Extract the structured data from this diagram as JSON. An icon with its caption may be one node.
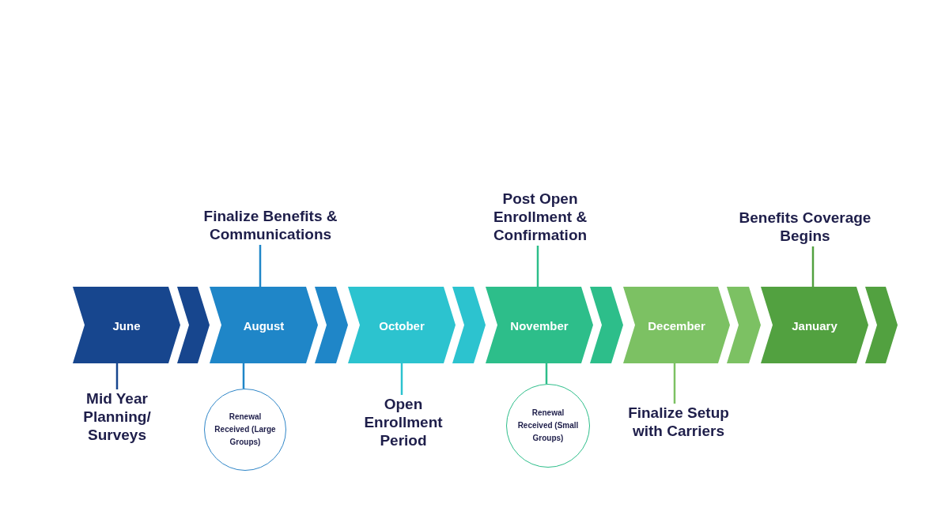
{
  "diagram": {
    "nodes": [
      {
        "text": [
          "June"
        ]
      },
      {
        "text": [
          "August"
        ]
      },
      {
        "text": [
          "October"
        ]
      },
      {
        "text": [
          "November"
        ]
      },
      {
        "text": [
          "December"
        ]
      },
      {
        "text": [
          "January"
        ]
      },
      {
        "text": [
          "Finalize Benefits & Communications"
        ]
      },
      {
        "text": [
          "Post Open Enrollment & Confirmation"
        ]
      },
      {
        "text": [
          "Benefits Coverage Begins"
        ]
      },
      {
        "text": [
          "Mid Year Planning/ Surveys"
        ]
      },
      {
        "text": [
          "Renewal Received (Large Groups)"
        ]
      },
      {
        "text": [
          "Open Enrollment Period"
        ]
      },
      {
        "text": [
          "Renewal Received (Small Groups)"
        ]
      },
      {
        "text": [
          "Finalize Setup with Carriers"
        ]
      }
    ],
    "edges": [
      {
        "from": 6,
        "to": 1,
        "arrow": "none",
        "color": "#1f86c8"
      },
      {
        "from": 7,
        "to": 3,
        "arrow": "none",
        "color": "#2dbe8a"
      },
      {
        "from": 8,
        "to": 5,
        "arrow": "none",
        "color": "#52a140"
      },
      {
        "from": 0,
        "to": 9,
        "arrow": "none",
        "color": "#17468e"
      },
      {
        "from": 1,
        "to": 10,
        "arrow": "none",
        "color": "#1f86c8"
      },
      {
        "from": 2,
        "to": 11,
        "arrow": "none",
        "color": "#2cc3cf"
      },
      {
        "from": 3,
        "to": 12,
        "arrow": "none",
        "color": "#2dbe8a"
      },
      {
        "from": 4,
        "to": 13,
        "arrow": "none",
        "color": "#7cc163"
      },
      {
        "from": 0,
        "to": 1,
        "arrow": "to",
        "style": "thick",
        "color": "#17468e"
      },
      {
        "from": 1,
        "to": 2,
        "arrow": "to",
        "style": "thick",
        "color": "#1f86c8"
      },
      {
        "from": 2,
        "to": 3,
        "arrow": "to",
        "style": "thick",
        "color": "#2cc3cf"
      },
      {
        "from": 3,
        "to": 4,
        "arrow": "to",
        "style": "thick",
        "color": "#2dbe8a"
      },
      {
        "from": 4,
        "to": 5,
        "arrow": "to",
        "style": "thick",
        "color": "#7cc163"
      },
      {
        "from": 5,
        "to": null,
        "arrow": "to",
        "style": "thick",
        "color": "#52a140"
      }
    ]
  }
}
